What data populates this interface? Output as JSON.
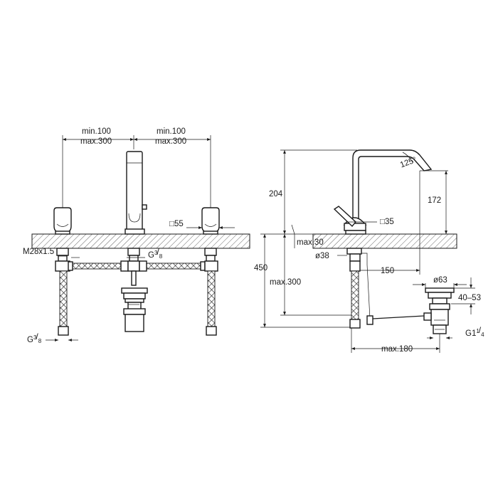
{
  "front_view": {
    "left_spacing_min": "min.100",
    "left_spacing_max": "max.300",
    "right_spacing_min": "min.100",
    "right_spacing_max": "max.300",
    "handle_square": "□55",
    "thread": "M28x1.5",
    "connection_center_whole": "G",
    "connection_center_num": "3",
    "connection_center_den": "8",
    "connection_left_whole": "G",
    "connection_left_num": "3",
    "connection_left_den": "8"
  },
  "side_view": {
    "spout_height": "204",
    "outlet_height": "172",
    "spout_angle": "125°",
    "handle_square": "□35",
    "deck_thickness": "max.30",
    "hole_diameter": "ø38",
    "projection": "150",
    "total_below": "450",
    "hose_length": "max.300",
    "waste_diameter": "ø63",
    "waste_height": "40–53",
    "waste_thread_whole": "G1",
    "waste_thread_num": "1",
    "waste_thread_den": "4",
    "rod_length": "max.180"
  }
}
